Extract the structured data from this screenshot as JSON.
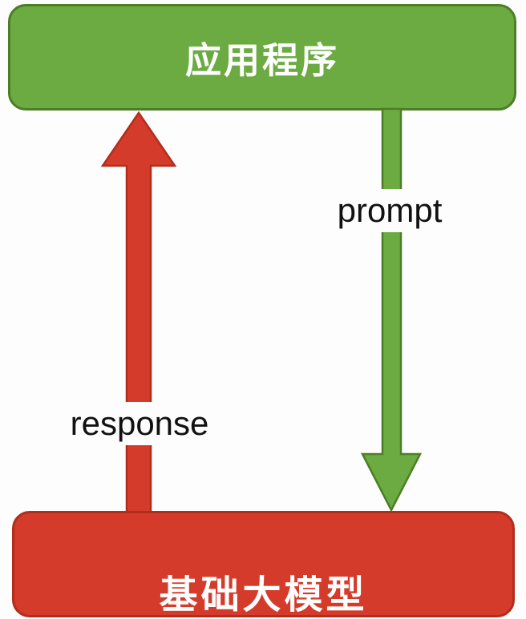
{
  "diagram": {
    "background": "#fdfdfd",
    "top_box": {
      "label": "应用程序",
      "fill": "#6caa42",
      "border": "#4d7d25",
      "text_color": "#ffffff"
    },
    "bottom_box": {
      "label": "基础大模型",
      "fill": "#d43b2b",
      "border": "#b32d1c",
      "text_color": "#ffffff"
    },
    "prompt_arrow": {
      "label": "prompt",
      "direction": "down",
      "fill": "#6caa42",
      "border": "#4d7d25"
    },
    "response_arrow": {
      "label": "response",
      "direction": "up",
      "fill": "#d43b2b",
      "border": "#b32d1c"
    },
    "arrow_label_color": "#111111"
  }
}
